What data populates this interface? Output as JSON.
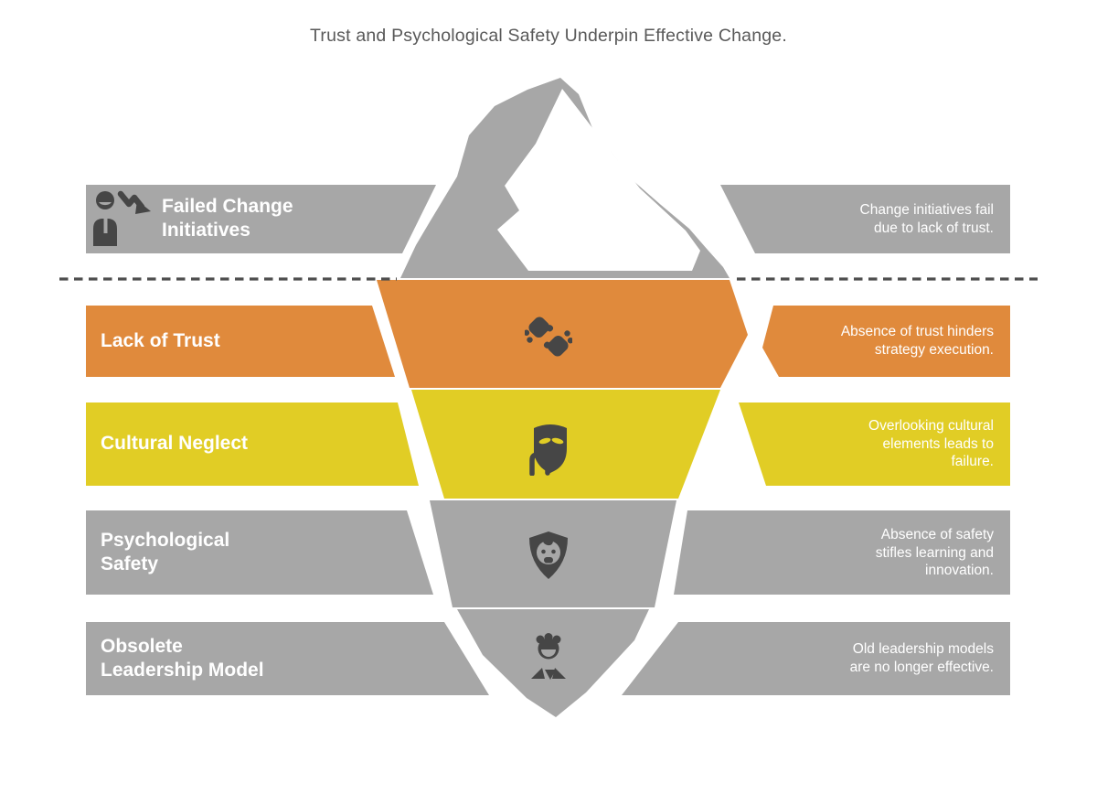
{
  "title": "Trust and Psychological Safety Underpin Effective Change.",
  "diagram_type": "iceberg-model",
  "colors": {
    "gray": "#A7A7A7",
    "orange": "#E08A3C",
    "yellow": "#E1CD25",
    "icon_dark": "#464646",
    "waterline": "#4D4D4D",
    "label_text": "#FFFFFF",
    "title_text": "#595959",
    "background": "#FFFFFF"
  },
  "rows": [
    {
      "label": "Failed Change\nInitiatives",
      "description": "Change initiatives fail\ndue to lack of trust.",
      "color": "#A7A7A7",
      "icon": "person-decline-icon",
      "zone": "above-waterline"
    },
    {
      "label": "Lack of Trust",
      "description": "Absence of trust hinders\nstrategy execution.",
      "color": "#E08A3C",
      "icon": "broken-handshake-icon",
      "zone": "below-waterline"
    },
    {
      "label": "Cultural Neglect",
      "description": "Overlooking cultural\nelements leads to\nfailure.",
      "color": "#E1CD25",
      "icon": "drama-mask-icon",
      "zone": "below-waterline"
    },
    {
      "label": "Psychological\nSafety",
      "description": "Absence of safety\nstifles learning and\ninnovation.",
      "color": "#A7A7A7",
      "icon": "shield-face-icon",
      "zone": "below-waterline"
    },
    {
      "label": "Obsolete\nLeadership Model",
      "description": "Old leadership models\nare no longer effective.",
      "color": "#A7A7A7",
      "icon": "crowned-leader-icon",
      "zone": "below-waterline"
    }
  ]
}
